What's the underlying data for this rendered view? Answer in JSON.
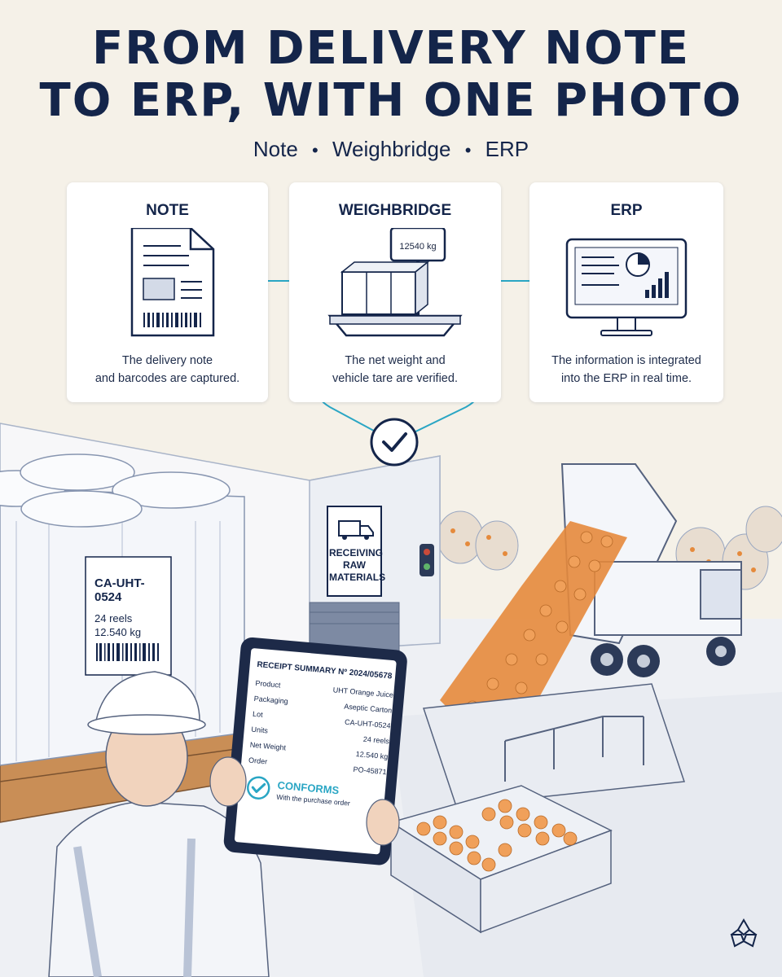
{
  "title": {
    "line1": "FROM DELIVERY NOTE",
    "line2": "TO ERP, WITH ONE PHOTO"
  },
  "subtitle": {
    "items": [
      "Note",
      "Weighbridge",
      "ERP"
    ],
    "separator": "•"
  },
  "cards": {
    "note": {
      "title": "NOTE",
      "desc_line1": "The delivery note",
      "desc_line2": "and barcodes are captured.",
      "icon": "document-barcode-icon"
    },
    "weighbridge": {
      "title": "WEIGHBRIDGE",
      "scale_display": "12540 kg",
      "desc_line1": "The net weight and",
      "desc_line2": "vehicle tare are verified.",
      "icon": "scale-pallet-icon"
    },
    "erp": {
      "title": "ERP",
      "desc_line1": "The information is integrated",
      "desc_line2": "into the ERP in real time.",
      "icon": "monitor-chart-icon"
    }
  },
  "pallet_label": {
    "code": "CA-UHT-0524",
    "qty": "24 reels",
    "weight": "12.540 kg"
  },
  "dock_sign": {
    "line1": "RECEIVING",
    "line2": "RAW",
    "line3": "MATERIALS",
    "icon": "truck-icon"
  },
  "tablet": {
    "heading": "RECEIPT SUMMARY Nº 2024/05678",
    "rows": [
      {
        "label": "Product",
        "value": "UHT Orange Juice"
      },
      {
        "label": "Packaging",
        "value": "Aseptic Carton"
      },
      {
        "label": "Lot",
        "value": "CA-UHT-0524"
      },
      {
        "label": "Units",
        "value": "24 reels"
      },
      {
        "label": "Net Weight",
        "value": "12.540 kg"
      },
      {
        "label": "Order",
        "value": "PO-45871"
      }
    ],
    "status": "CONFORMS",
    "status_note": "With the purchase order",
    "status_icon": "check-circle-icon"
  },
  "colors": {
    "navy": "#14254a",
    "accent_teal": "#2aa6c4",
    "orange": "#e58a3c",
    "background": "#f5f1e8"
  },
  "logo_icon": "flower-logo-icon"
}
